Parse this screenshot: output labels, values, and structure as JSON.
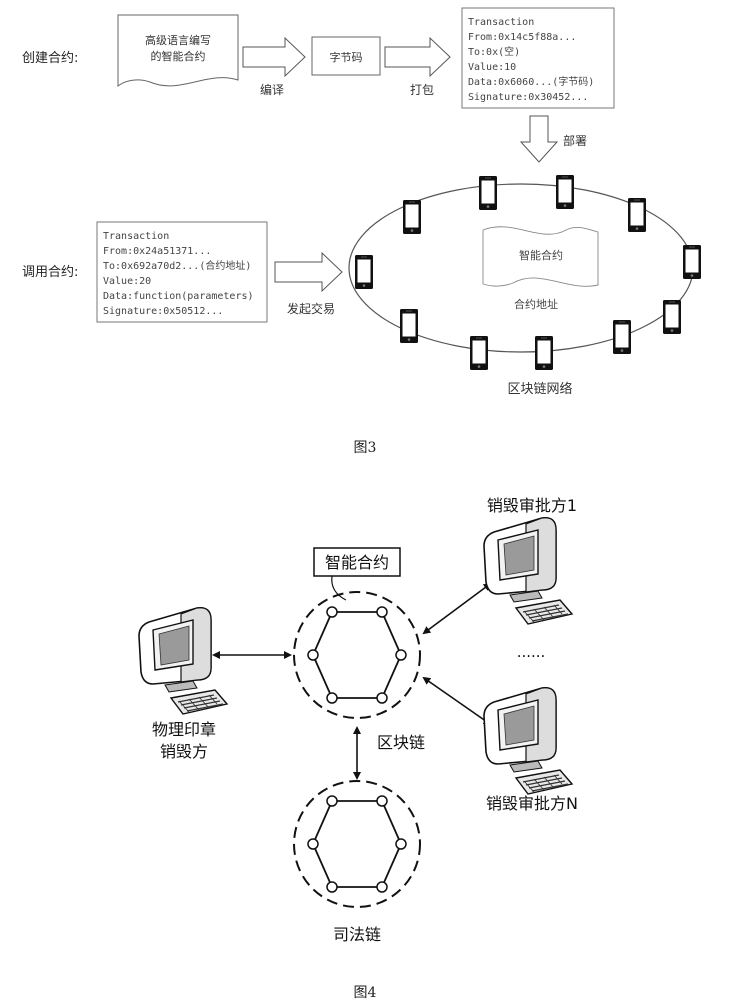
{
  "figure3": {
    "caption": "图3",
    "create_label": "创建合约:",
    "invoke_label": "调用合约:",
    "source_box": [
      "高级语言编写",
      "的智能合约"
    ],
    "compile_label": "编译",
    "bytecode_label": "字节码",
    "pack_label": "打包",
    "deploy_label": "部署",
    "tx_create": [
      "Transaction",
      "From:0x14c5f88a...",
      "To:0x(空)",
      "Value:10",
      "Data:0x6060...(字节码)",
      "Signature:0x30452..."
    ],
    "tx_invoke": [
      "Transaction",
      "From:0x24a51371...",
      "To:0x692a70d2...(合约地址)",
      "Value:20",
      "Data:function(parameters)",
      "Signature:0x50512..."
    ],
    "send_tx_label": "发起交易",
    "contract_flag": "智能合约",
    "contract_address": "合约地址",
    "network_label": "区块链网络"
  },
  "figure4": {
    "caption": "图4",
    "smart_contract": "智能合约",
    "destroyer": [
      "物理印章",
      "销毁方"
    ],
    "approver_1": "销毁审批方1",
    "approver_n": "销毁审批方N",
    "ellipsis": "......",
    "blockchain": "区块链",
    "judicial_chain": "司法链"
  }
}
